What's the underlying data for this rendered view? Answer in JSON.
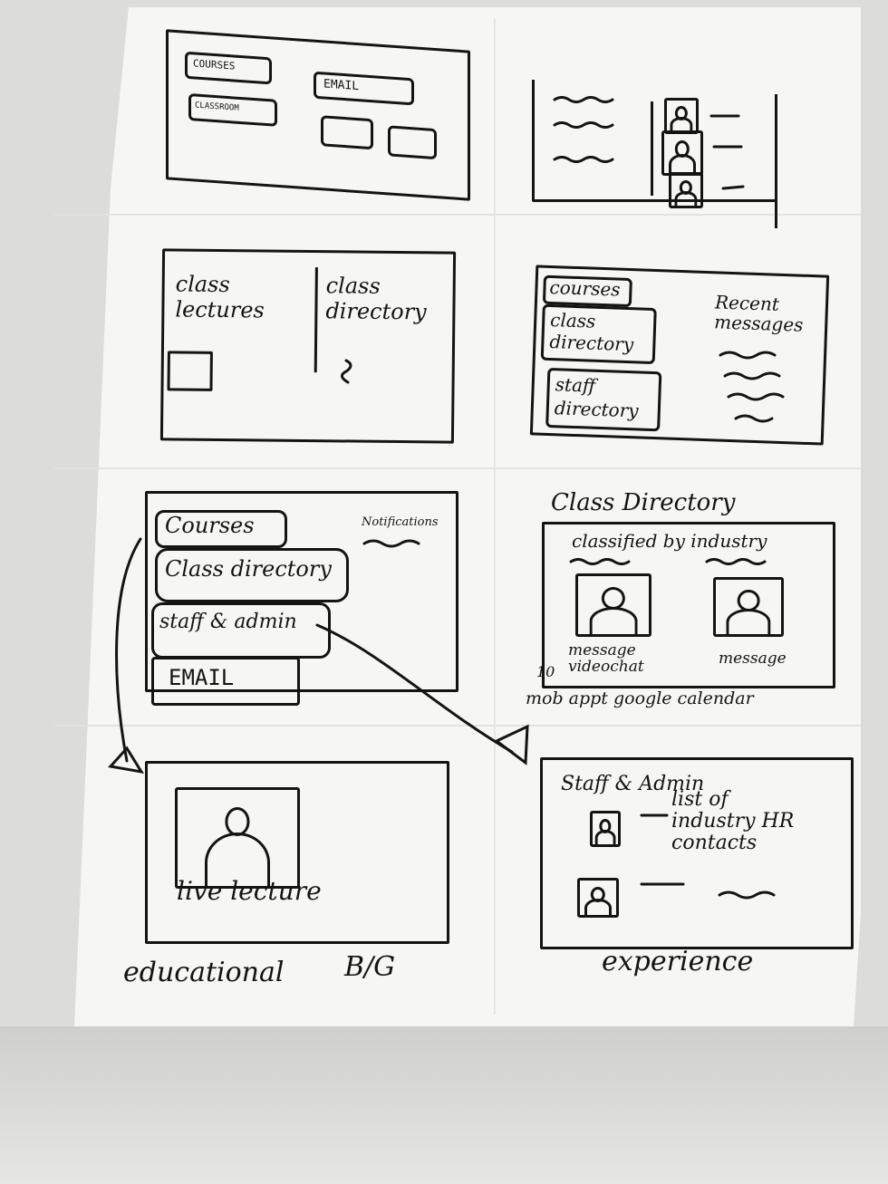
{
  "panel1": {
    "courses": "COURSES",
    "email": "EMAIL",
    "classes": "CLASSROOM"
  },
  "panel3": {
    "lectures": "class\nlectures",
    "directory": "class\ndirectory"
  },
  "panel4": {
    "courses": "courses",
    "class_directory": "class\ndirectory",
    "staff_directory": "staff\ndirectory",
    "recent": "Recent\nmessages"
  },
  "panel5": {
    "courses": "Courses",
    "class_directory": "Class directory",
    "staff": "staff & admin",
    "email": "EMAIL",
    "notifications": "Notifications"
  },
  "panel6": {
    "title": "Class Directory",
    "classified": "classified by industry",
    "message1": "message\nvideochat",
    "message2": "message",
    "footer_num": "10",
    "footer": "mob appt google calendar"
  },
  "panel7": {
    "label": "live lecture",
    "caption": "educational",
    "caption2": "B/G"
  },
  "panel8": {
    "title": "Staff & Admin",
    "list": "list of\nindustry HR\ncontacts",
    "caption": "experience"
  },
  "colors": {
    "ink": "#141414",
    "paper": "#f6f6f4"
  }
}
